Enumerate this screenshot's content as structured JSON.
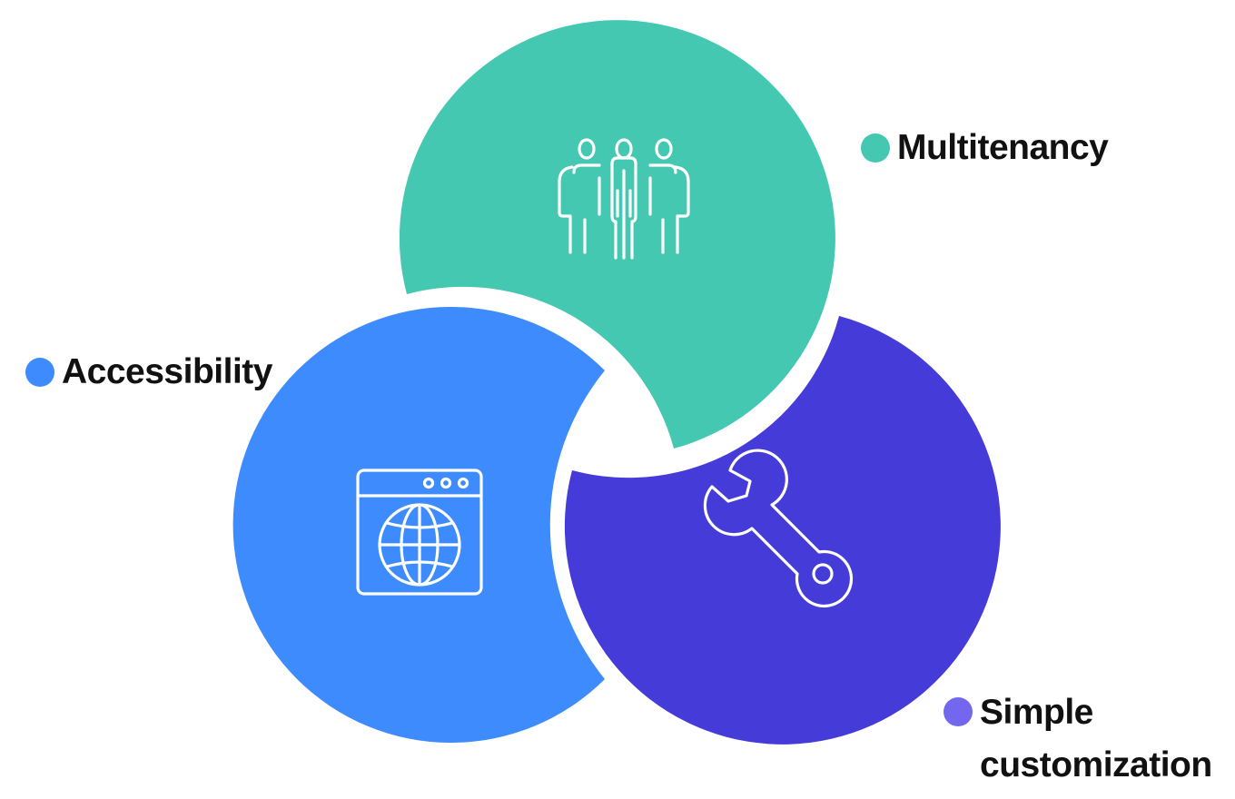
{
  "colors": {
    "multitenancy": "#45C8B1",
    "accessibility": "#3D8BFD",
    "simple_customization": "#443BD9",
    "simple_customization_dot": "#7367F0",
    "icon_stroke": "#ffffff",
    "text": "#111111"
  },
  "items": {
    "multitenancy": {
      "label": "Multitenancy",
      "icon": "people-group-icon"
    },
    "accessibility": {
      "label": "Accessibility",
      "icon": "browser-globe-icon"
    },
    "simple_customization": {
      "label_line1": "Simple",
      "label_line2": "customization",
      "icon": "wrench-icon"
    }
  }
}
